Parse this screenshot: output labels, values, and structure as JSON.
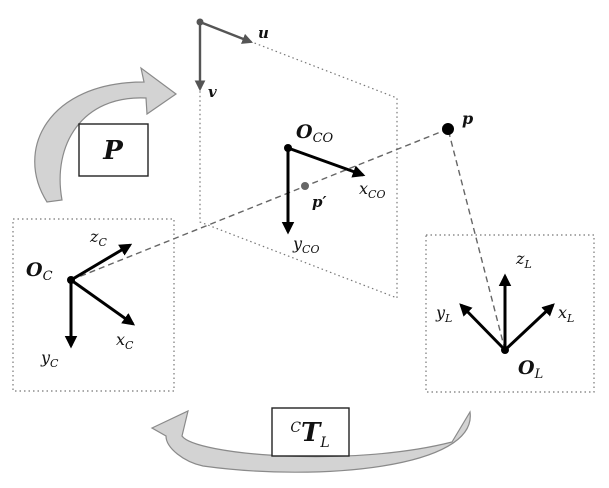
{
  "image_plane": {
    "u_label": "u",
    "v_label": "v",
    "origin_main": "O",
    "origin_sub": "CO",
    "x_main": "x",
    "x_sub": "CO",
    "y_main": "y",
    "y_sub": "CO",
    "projected_point": "p′"
  },
  "camera_frame": {
    "origin_main": "O",
    "origin_sub": "C",
    "x_main": "x",
    "x_sub": "C",
    "y_main": "y",
    "y_sub": "C",
    "z_main": "z",
    "z_sub": "C"
  },
  "lidar_frame": {
    "origin_main": "O",
    "origin_sub": "L",
    "x_main": "x",
    "x_sub": "L",
    "y_main": "y",
    "y_sub": "L",
    "z_main": "z",
    "z_sub": "L"
  },
  "point": {
    "label": "p"
  },
  "projection_box": {
    "label": "P"
  },
  "transform_box": {
    "pre": "C",
    "main": "T",
    "sub": "L"
  },
  "colors": {
    "arrow_fill": "#d3d3d3",
    "arrow_stroke": "#8a8a8a",
    "axis": "#000000"
  }
}
